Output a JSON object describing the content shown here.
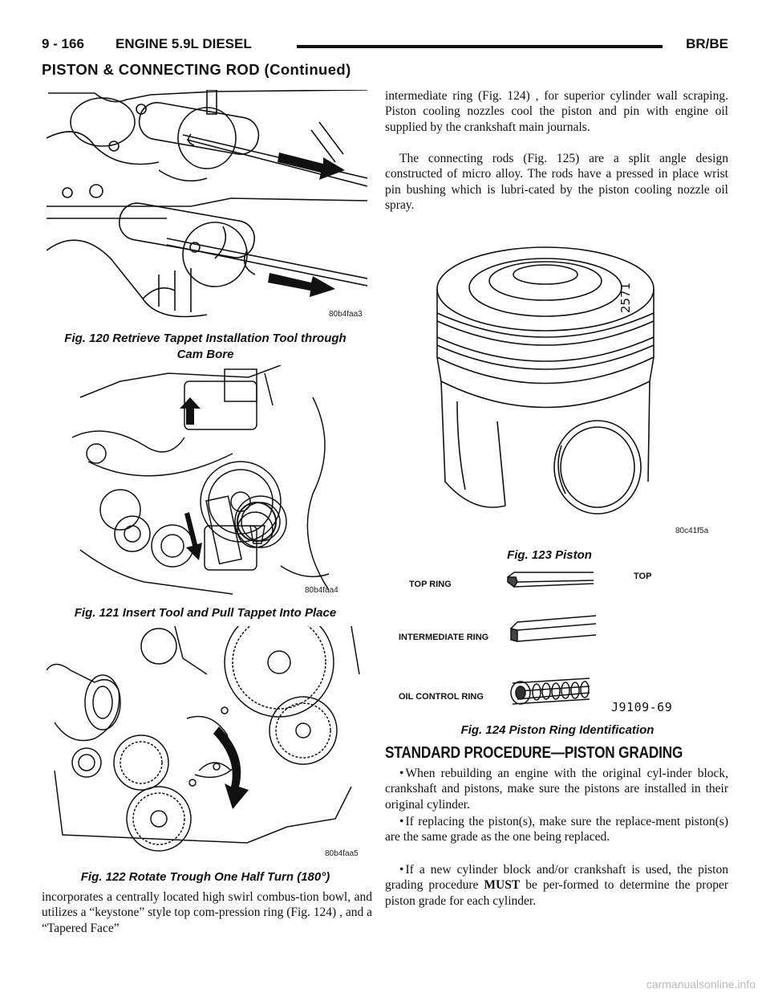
{
  "header": {
    "page_number": "9 - 166",
    "section": "ENGINE 5.9L DIESEL",
    "model": "BR/BE",
    "continued": "PISTON & CONNECTING ROD (Continued)"
  },
  "figures": {
    "fig120": {
      "code": "80b4faa3",
      "caption_line1": "Fig. 120 Retrieve Tappet Installation Tool through",
      "caption_line2": "Cam Bore"
    },
    "fig121": {
      "code": "80b4faa4",
      "caption": "Fig. 121 Insert Tool and Pull Tappet Into Place"
    },
    "fig122": {
      "code": "80b4faa5",
      "caption": "Fig. 122 Rotate Trough One Half Turn (180°)"
    },
    "fig123": {
      "code": "80c41f5a",
      "stamp": "2571",
      "caption": "Fig. 123 Piston"
    },
    "fig124": {
      "label_top_ring": "TOP RING",
      "label_top": "TOP",
      "label_intermediate": "INTERMEDIATE RING",
      "label_oil": "OIL CONTROL RING",
      "code": "J9109-69",
      "caption": "Fig. 124 Piston Ring Identification"
    }
  },
  "left_text": {
    "p1": "incorporates a centrally located high swirl combus-tion bowl, and utilizes a “keystone” style top com-pression ring (Fig. 124) , and a “Tapered Face”"
  },
  "right_text": {
    "p1": "intermediate ring (Fig. 124) , for superior cylinder wall scraping. Piston cooling nozzles cool the piston and pin with engine oil supplied by the crankshaft main journals.",
    "p2": "The connecting rods (Fig. 125) are a split angle design constructed of micro alloy. The rods have a pressed in place wrist pin bushing which is lubri-cated by the piston cooling nozzle oil spray."
  },
  "procedure": {
    "heading": "STANDARD PROCEDURE—PISTON GRADING",
    "b1": "When rebuilding an engine with the original cyl-inder block, crankshaft and pistons, make sure the pistons are installed in their original cylinder.",
    "b2": "If replacing the piston(s), make sure the replace-ment piston(s) are the same grade as the one being replaced.",
    "b3_pre": "If a new cylinder block and/or crankshaft is used, the piston grading procedure ",
    "b3_bold": "MUST",
    "b3_post": " be per-formed to determine the proper piston grade for each cylinder."
  },
  "watermark": "carmanualsonline.info"
}
